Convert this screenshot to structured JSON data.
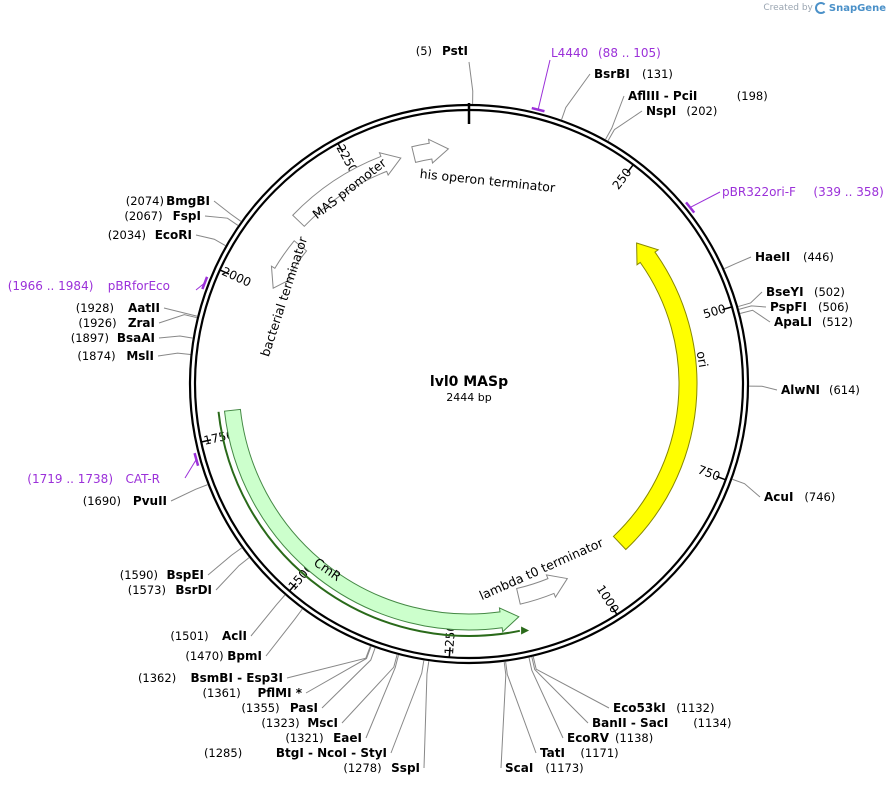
{
  "branding": {
    "created_by": "Created by",
    "product": "SnapGene"
  },
  "plasmid": {
    "name": "lvl0 MASp",
    "length_label": "2444 bp",
    "length": 2444
  },
  "ticks": [
    {
      "label": "250",
      "bp": 250
    },
    {
      "label": "500",
      "bp": 500
    },
    {
      "label": "750",
      "bp": 750
    },
    {
      "label": "1000",
      "bp": 1000
    },
    {
      "label": "1250",
      "bp": 1250
    },
    {
      "label": "1500",
      "bp": 1500
    },
    {
      "label": "1750",
      "bp": 1750
    },
    {
      "label": "2000",
      "bp": 2000
    },
    {
      "label": "2250",
      "bp": 2250
    }
  ],
  "features": [
    {
      "name": "ori",
      "label": "ori",
      "start": 339,
      "end": 927,
      "direction": "reverse",
      "color": "#ffff00",
      "stroke": "#888800"
    },
    {
      "name": "CmR",
      "label": "CmR",
      "start": 1140,
      "end": 1790,
      "direction": "reverse",
      "color": "#ccffcc",
      "stroke": "#448844"
    },
    {
      "name": "lambda-t0-terminator",
      "label": "lambda t0 terminator",
      "start": 1040,
      "end": 1133,
      "direction": "reverse",
      "color": "#ffffff",
      "stroke": "#888888"
    },
    {
      "name": "his-operon-terminator",
      "label": "his operon terminator",
      "start": 2352,
      "end": 2410,
      "direction": "forward",
      "color": "#ffffff",
      "stroke": "#888888"
    },
    {
      "name": "MAS-promoter",
      "label": "MAS promoter",
      "start": 2130,
      "end": 2330,
      "direction": "forward",
      "color": "#ffffff",
      "stroke": "#888888"
    },
    {
      "name": "bacterial-terminator",
      "label": "bacterial terminator",
      "start": 2010,
      "end": 2100,
      "direction": "reverse",
      "color": "#ffffff",
      "stroke": "#888888"
    }
  ],
  "primers": [
    {
      "label": "L4440",
      "range": "(88 .. 105)",
      "bp": 96,
      "side": "right"
    },
    {
      "label": "pBR322ori-F",
      "range": "(339 .. 358)",
      "bp": 349,
      "side": "right"
    },
    {
      "label": "CAT-R",
      "range": "(1719 .. 1738)",
      "bp": 1728,
      "side": "left"
    },
    {
      "label": "pBRforEco",
      "range": "(1966 .. 1984)",
      "bp": 1975,
      "side": "left"
    }
  ],
  "sites": [
    {
      "name": "PstI",
      "pos": "(5)",
      "bp": 5
    },
    {
      "name": "BsrBI",
      "pos": "(131)",
      "bp": 131
    },
    {
      "name": "AflIII - PciI",
      "pos": "(198)",
      "bp": 198
    },
    {
      "name": "NspI",
      "pos": "(202)",
      "bp": 202
    },
    {
      "name": "HaeII",
      "pos": "(446)",
      "bp": 446
    },
    {
      "name": "BseYI",
      "pos": "(502)",
      "bp": 502
    },
    {
      "name": "PspFI",
      "pos": "(506)",
      "bp": 506
    },
    {
      "name": "ApaLI",
      "pos": "(512)",
      "bp": 512
    },
    {
      "name": "AlwNI",
      "pos": "(614)",
      "bp": 614
    },
    {
      "name": "AcuI",
      "pos": "(746)",
      "bp": 746
    },
    {
      "name": "Eco53kI",
      "pos": "(1132)",
      "bp": 1132
    },
    {
      "name": "BanII - SacI",
      "pos": "(1134)",
      "bp": 1134
    },
    {
      "name": "EcoRV",
      "pos": "(1138)",
      "bp": 1138
    },
    {
      "name": "TatI",
      "pos": "(1171)",
      "bp": 1171
    },
    {
      "name": "ScaI",
      "pos": "(1173)",
      "bp": 1173
    },
    {
      "name": "SspI",
      "pos": "(1278)",
      "bp": 1278
    },
    {
      "name": "BtgI - NcoI - StyI",
      "pos": "(1285)",
      "bp": 1285
    },
    {
      "name": "EaeI",
      "pos": "(1321)",
      "bp": 1321
    },
    {
      "name": "MscI",
      "pos": "(1323)",
      "bp": 1323
    },
    {
      "name": "PasI",
      "pos": "(1355)",
      "bp": 1355
    },
    {
      "name": "PflMI *",
      "pos": "(1361)",
      "bp": 1361
    },
    {
      "name": "BsmBI - Esp3I",
      "pos": "(1362)",
      "bp": 1362
    },
    {
      "name": "BpmI",
      "pos": "(1470)",
      "bp": 1470
    },
    {
      "name": "AclI",
      "pos": "(1501)",
      "bp": 1501
    },
    {
      "name": "BsrDI",
      "pos": "(1573)",
      "bp": 1573
    },
    {
      "name": "BspEI",
      "pos": "(1590)",
      "bp": 1590
    },
    {
      "name": "PvuII",
      "pos": "(1690)",
      "bp": 1690
    },
    {
      "name": "MslI",
      "pos": "(1874)",
      "bp": 1874
    },
    {
      "name": "BsaAI",
      "pos": "(1897)",
      "bp": 1897
    },
    {
      "name": "ZraI",
      "pos": "(1926)",
      "bp": 1926
    },
    {
      "name": "AatII",
      "pos": "(1928)",
      "bp": 1928
    },
    {
      "name": "EcoRI",
      "pos": "(2034)",
      "bp": 2034
    },
    {
      "name": "FspI",
      "pos": "(2067)",
      "bp": 2067
    },
    {
      "name": "BmgBI",
      "pos": "(2074)",
      "bp": 2074
    }
  ]
}
